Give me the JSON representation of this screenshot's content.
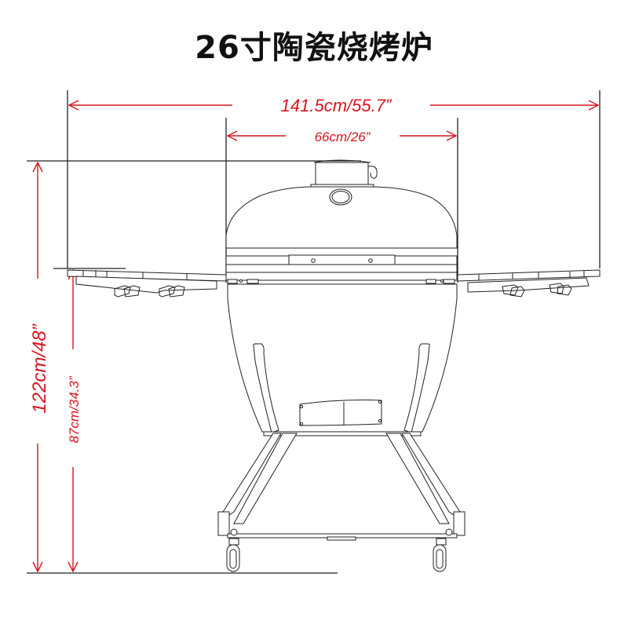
{
  "title": "26寸陶瓷烧烤炉",
  "colors": {
    "dimension": "#d7141e",
    "line": "#222222",
    "background": "#ffffff"
  },
  "dimensions": {
    "overall_width": "141.5cm/55.7”",
    "grill_width": "66cm/26”",
    "overall_height": "122cm/48”",
    "shelf_height": "87cm/34.3”"
  },
  "drawing": {
    "subject": "ceramic kamado grill front view",
    "parts": [
      "dome-lid",
      "top-vent",
      "thermometer",
      "hinge-band",
      "side-shelf-left",
      "side-shelf-right",
      "base-bowl",
      "bottom-vent",
      "stand",
      "casters"
    ]
  }
}
